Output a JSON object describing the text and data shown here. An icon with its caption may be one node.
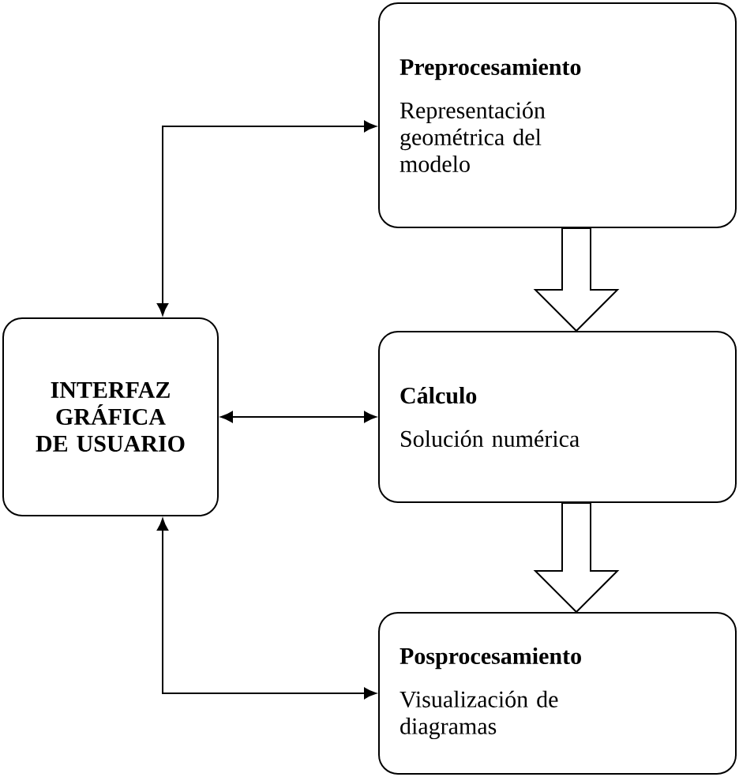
{
  "diagram": {
    "nodes": [
      {
        "text": [
          "INTERFAZ GRÁFICA DE USUARIO"
        ]
      },
      {
        "text": [
          "Preprocesamiento",
          "Representación geométrica del modelo"
        ]
      },
      {
        "text": [
          "Cálculo",
          "Solución numérica"
        ]
      },
      {
        "text": [
          "Posprocesamiento",
          "Visualización de diagramas"
        ]
      }
    ],
    "edges": [
      {
        "from": 0,
        "to": 1,
        "arrow": "both"
      },
      {
        "from": 0,
        "to": 2,
        "arrow": "both"
      },
      {
        "from": 0,
        "to": 3,
        "arrow": "both"
      },
      {
        "from": 1,
        "to": 2,
        "arrow": "to"
      },
      {
        "from": 2,
        "to": 3,
        "arrow": "to"
      }
    ]
  }
}
